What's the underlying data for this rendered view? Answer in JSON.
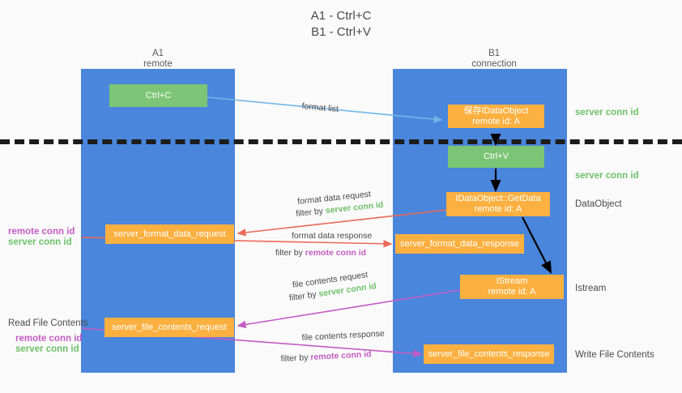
{
  "title": {
    "line1": "A1 - Ctrl+C",
    "line2": "B1 - Ctrl+V"
  },
  "columns": [
    {
      "name": "A1",
      "role": "remote"
    },
    {
      "name": "B1",
      "role": "connection"
    }
  ],
  "nodes": {
    "ctrl_c": {
      "label": "Ctrl+C",
      "color": "#7cc576"
    },
    "save_idataobject": {
      "line1": "保存IDataObject",
      "line2": "remote id: A",
      "color": "#fcb040"
    },
    "ctrl_v": {
      "label": "Ctrl+V",
      "color": "#7cc576"
    },
    "getdata": {
      "line1": "IDataObject::GetData",
      "line2": "remote id: A",
      "color": "#fcb040"
    },
    "istream": {
      "line1": "IStream",
      "line2": "remote id: A",
      "color": "#fcb040"
    },
    "server_format_data_request": {
      "label": "server_format_data_request",
      "color": "#fcb040"
    },
    "server_format_data_response": {
      "label": "server_format_data_response",
      "color": "#fcb040"
    },
    "server_file_contents_request": {
      "label": "server_file_contents_request",
      "color": "#fcb040"
    },
    "server_file_contents_response": {
      "label": "server_file_contents_response",
      "color": "#fcb040"
    }
  },
  "right_labels": {
    "server_conn_id_top": "server conn id",
    "server_conn_id_mid": "server conn id",
    "dataobject": "DataObject",
    "istream": "Istream",
    "write_file_contents": "Write File Contents"
  },
  "left_labels": {
    "remote_conn_id_upper": "remote conn id",
    "server_conn_id_upper": "server conn id",
    "read_file_contents": "Read File Contents",
    "remote_conn_id_lower": "remote conn id",
    "server_conn_id_lower": "server conn id"
  },
  "edges": {
    "format_list": {
      "text": "format list"
    },
    "format_data_request": {
      "text": "format data request",
      "filter_prefix": "filter by ",
      "filter_key": "server conn id"
    },
    "format_data_response": {
      "text": "format data response",
      "filter_prefix": "filter by ",
      "filter_key": "remote conn id"
    },
    "file_contents_request": {
      "text": "file contents request",
      "filter_prefix": "filter by ",
      "filter_key": "server conn id"
    },
    "file_contents_response": {
      "text": "file contents response",
      "filter_prefix": "filter by ",
      "filter_key": "remote conn id"
    }
  },
  "colors": {
    "lane": "#4a86dc",
    "green_box": "#7cc576",
    "orange_box": "#fcb040",
    "server_conn_id": "#6ec06a",
    "remote_conn_id": "#c45cc4",
    "arrow_blue": "#6fb7e8",
    "arrow_red": "#ea6a5a",
    "arrow_magenta": "#c45cc4",
    "arrow_black": "#000000",
    "divider": "#1c1c1c",
    "background": "#fafafa"
  }
}
